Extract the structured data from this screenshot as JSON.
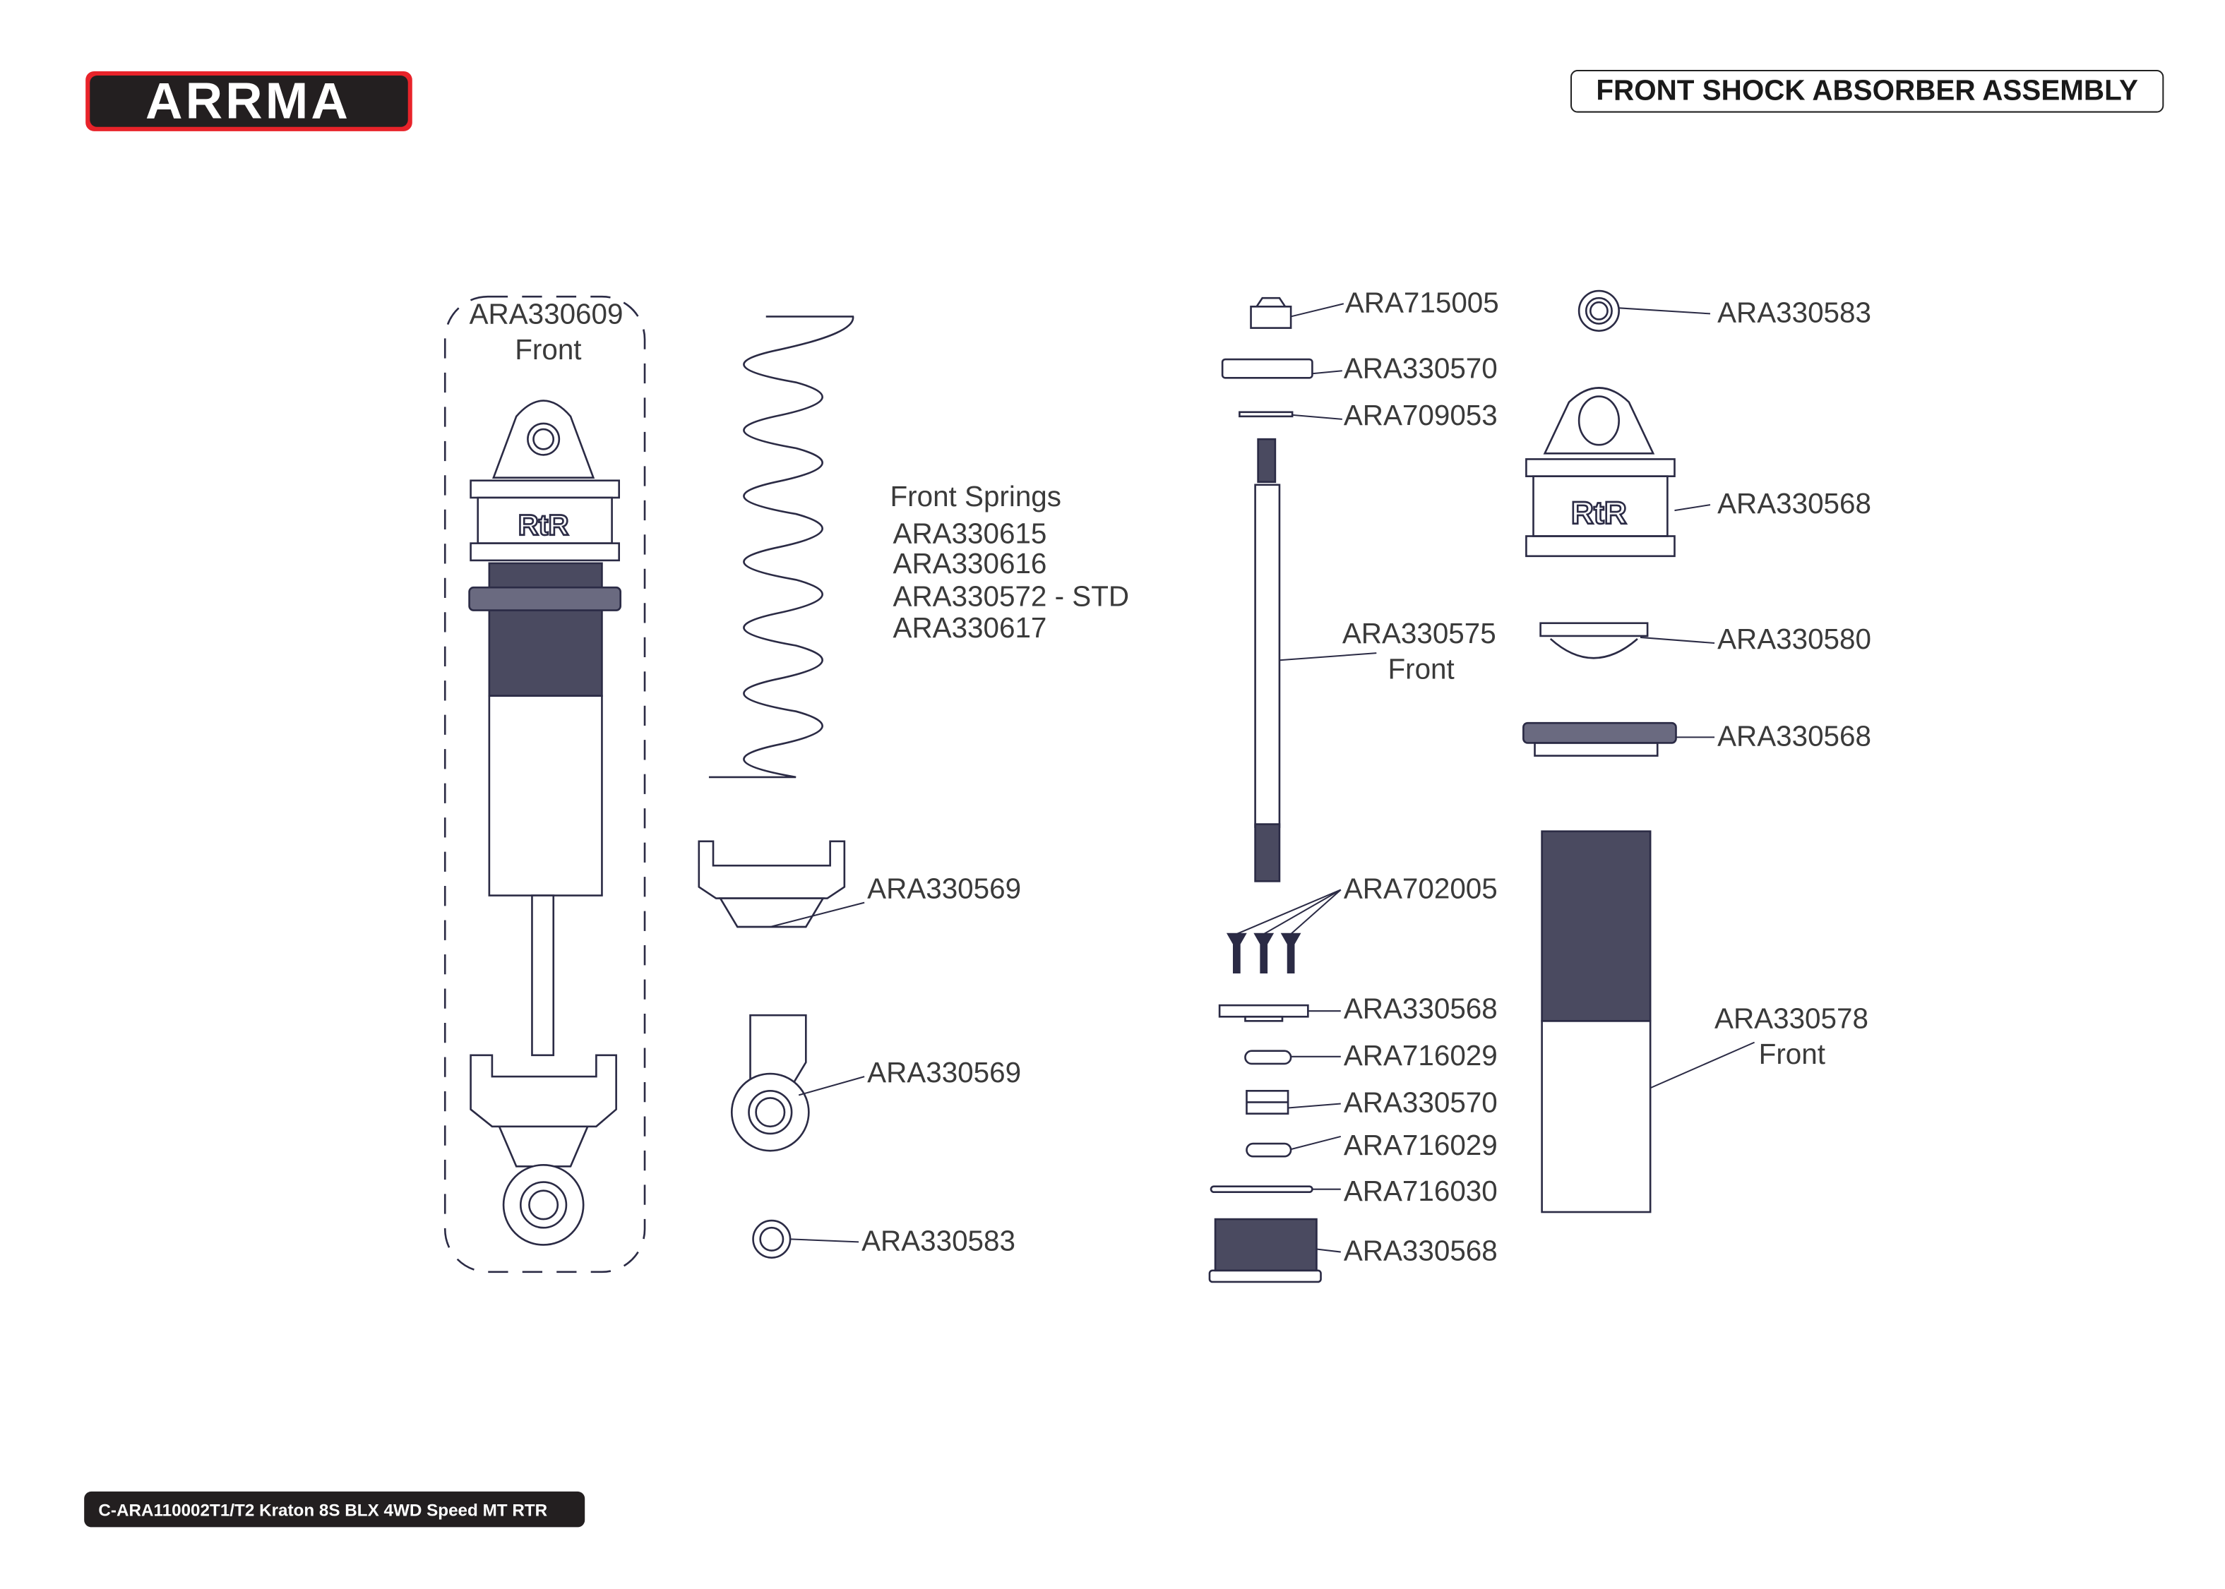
{
  "header": {
    "logo_text": "ARRMA",
    "title": "FRONT SHOCK ABSORBER ASSEMBLY"
  },
  "footer": {
    "model": "C-ARA110002T1/T2 Kraton 8S BLX 4WD Speed MT RTR"
  },
  "colors": {
    "brand_red": "#e8232a",
    "line": "#2b2b45",
    "footer_bg": "#231f20"
  },
  "parts": {
    "assembly": {
      "part": "ARA330609",
      "note": "Front"
    },
    "springs": {
      "heading": "Front Springs",
      "items": [
        "ARA330615",
        "ARA330616",
        "ARA330572 - STD",
        "ARA330617"
      ]
    },
    "spring_cup": "ARA330569",
    "rod_end": "ARA330569",
    "rod_end_bushing": "ARA330583",
    "nut": "ARA715005",
    "bushing_top": "ARA330570",
    "washer": "ARA709053",
    "shaft": {
      "part": "ARA330575",
      "note": "Front"
    },
    "screws": "ARA702005",
    "piston": "ARA330568",
    "oring_1": "ARA716029",
    "spacer": "ARA330570",
    "oring_2": "ARA716029",
    "oring_3": "ARA716030",
    "bottom_cap": "ARA330568",
    "cap_bushing": "ARA330583",
    "top_cap": "ARA330568",
    "bladder": "ARA330580",
    "collar": "ARA330568",
    "body": {
      "part": "ARA330578",
      "note": "Front"
    }
  }
}
